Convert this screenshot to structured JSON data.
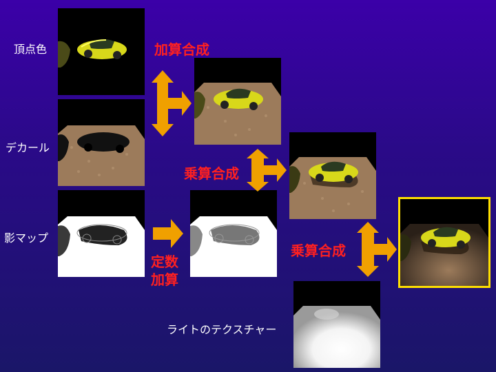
{
  "labels": {
    "vertex_color": "頂点色",
    "decal": "デカール",
    "shadow_map": "影マップ",
    "light_texture": "ライトのテクスチャー"
  },
  "operations": {
    "additive_1": "加算合成",
    "multiply_1": "乗算合成",
    "multiply_2": "乗算合成",
    "const_add_line1": "定数",
    "const_add_line2": "加算"
  },
  "colors": {
    "op_text": "#ff2020",
    "arrow": "#f0a000",
    "highlight_border": "#ffe000",
    "car": "#e6e61a"
  }
}
